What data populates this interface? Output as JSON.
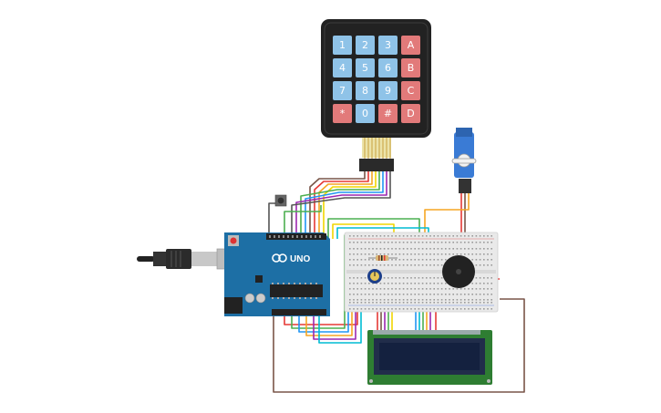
{
  "keypad": {
    "keys": [
      [
        "1",
        "2",
        "3",
        "A"
      ],
      [
        "4",
        "5",
        "6",
        "B"
      ],
      [
        "7",
        "8",
        "9",
        "C"
      ],
      [
        "*",
        "0",
        "#",
        "D"
      ]
    ],
    "colors": {
      "digit": "#8fc3e8",
      "special": "#e27a7a",
      "body": "#222222"
    }
  },
  "arduino": {
    "model": "UNO",
    "color": "#1d6fa5"
  },
  "components": [
    {
      "name": "keypad-4x4"
    },
    {
      "name": "arduino-uno"
    },
    {
      "name": "usb-cable"
    },
    {
      "name": "breadboard"
    },
    {
      "name": "servo-motor"
    },
    {
      "name": "piezo-buzzer"
    },
    {
      "name": "potentiometer"
    },
    {
      "name": "resistor"
    },
    {
      "name": "lcd-16x2"
    },
    {
      "name": "pushbutton"
    }
  ],
  "wire_colors": [
    "#e53935",
    "#f5a623",
    "#f2d600",
    "#4caf50",
    "#2196f3",
    "#9c27b0",
    "#795548",
    "#00bcd4",
    "#555555"
  ]
}
